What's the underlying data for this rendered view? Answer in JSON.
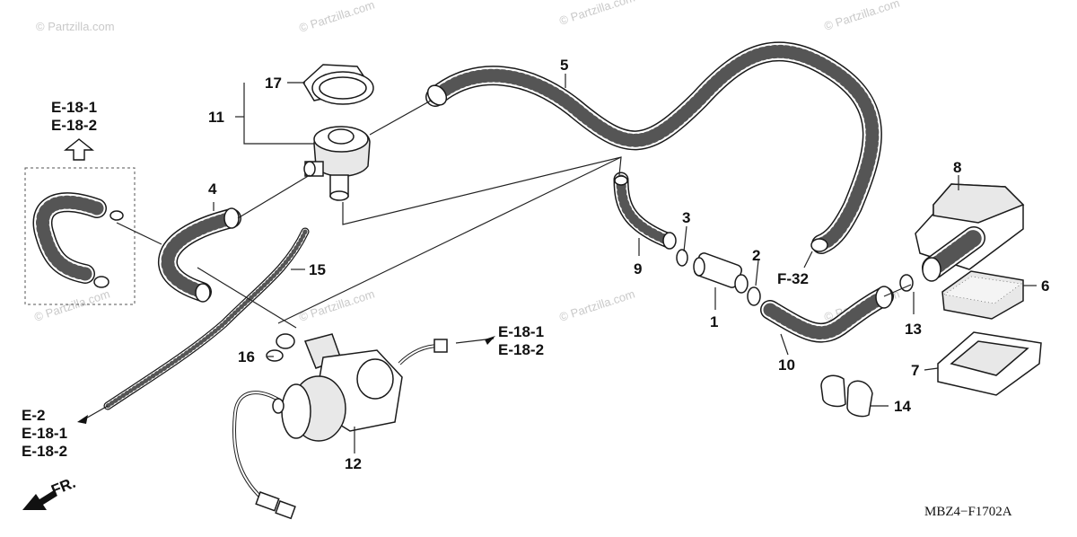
{
  "watermark": "© Partzilla.com",
  "diagram_code": "MBZ4−F1702A",
  "direction_label": "FR.",
  "callouts": [
    {
      "id": "1",
      "part": "joint"
    },
    {
      "id": "2",
      "part": "clip"
    },
    {
      "id": "3",
      "part": "clip"
    },
    {
      "id": "4",
      "part": "tube"
    },
    {
      "id": "5",
      "part": "tube"
    },
    {
      "id": "6",
      "part": "element"
    },
    {
      "id": "7",
      "part": "case"
    },
    {
      "id": "8",
      "part": "cover"
    },
    {
      "id": "9",
      "part": "tube"
    },
    {
      "id": "10",
      "part": "tube"
    },
    {
      "id": "11",
      "part": "valve"
    },
    {
      "id": "12",
      "part": "solenoid-valve"
    },
    {
      "id": "13",
      "part": "clip"
    },
    {
      "id": "14",
      "part": "clamp"
    },
    {
      "id": "15",
      "part": "tube"
    },
    {
      "id": "16",
      "part": "clip"
    },
    {
      "id": "17",
      "part": "holder"
    }
  ],
  "refs": {
    "top_left": [
      "E-18-1",
      "E-18-2"
    ],
    "right_mid": [
      "E-18-1",
      "E-18-2"
    ],
    "bottom_left": [
      "E-2",
      "E-18-1",
      "E-18-2"
    ],
    "right_hose": "F-32"
  }
}
